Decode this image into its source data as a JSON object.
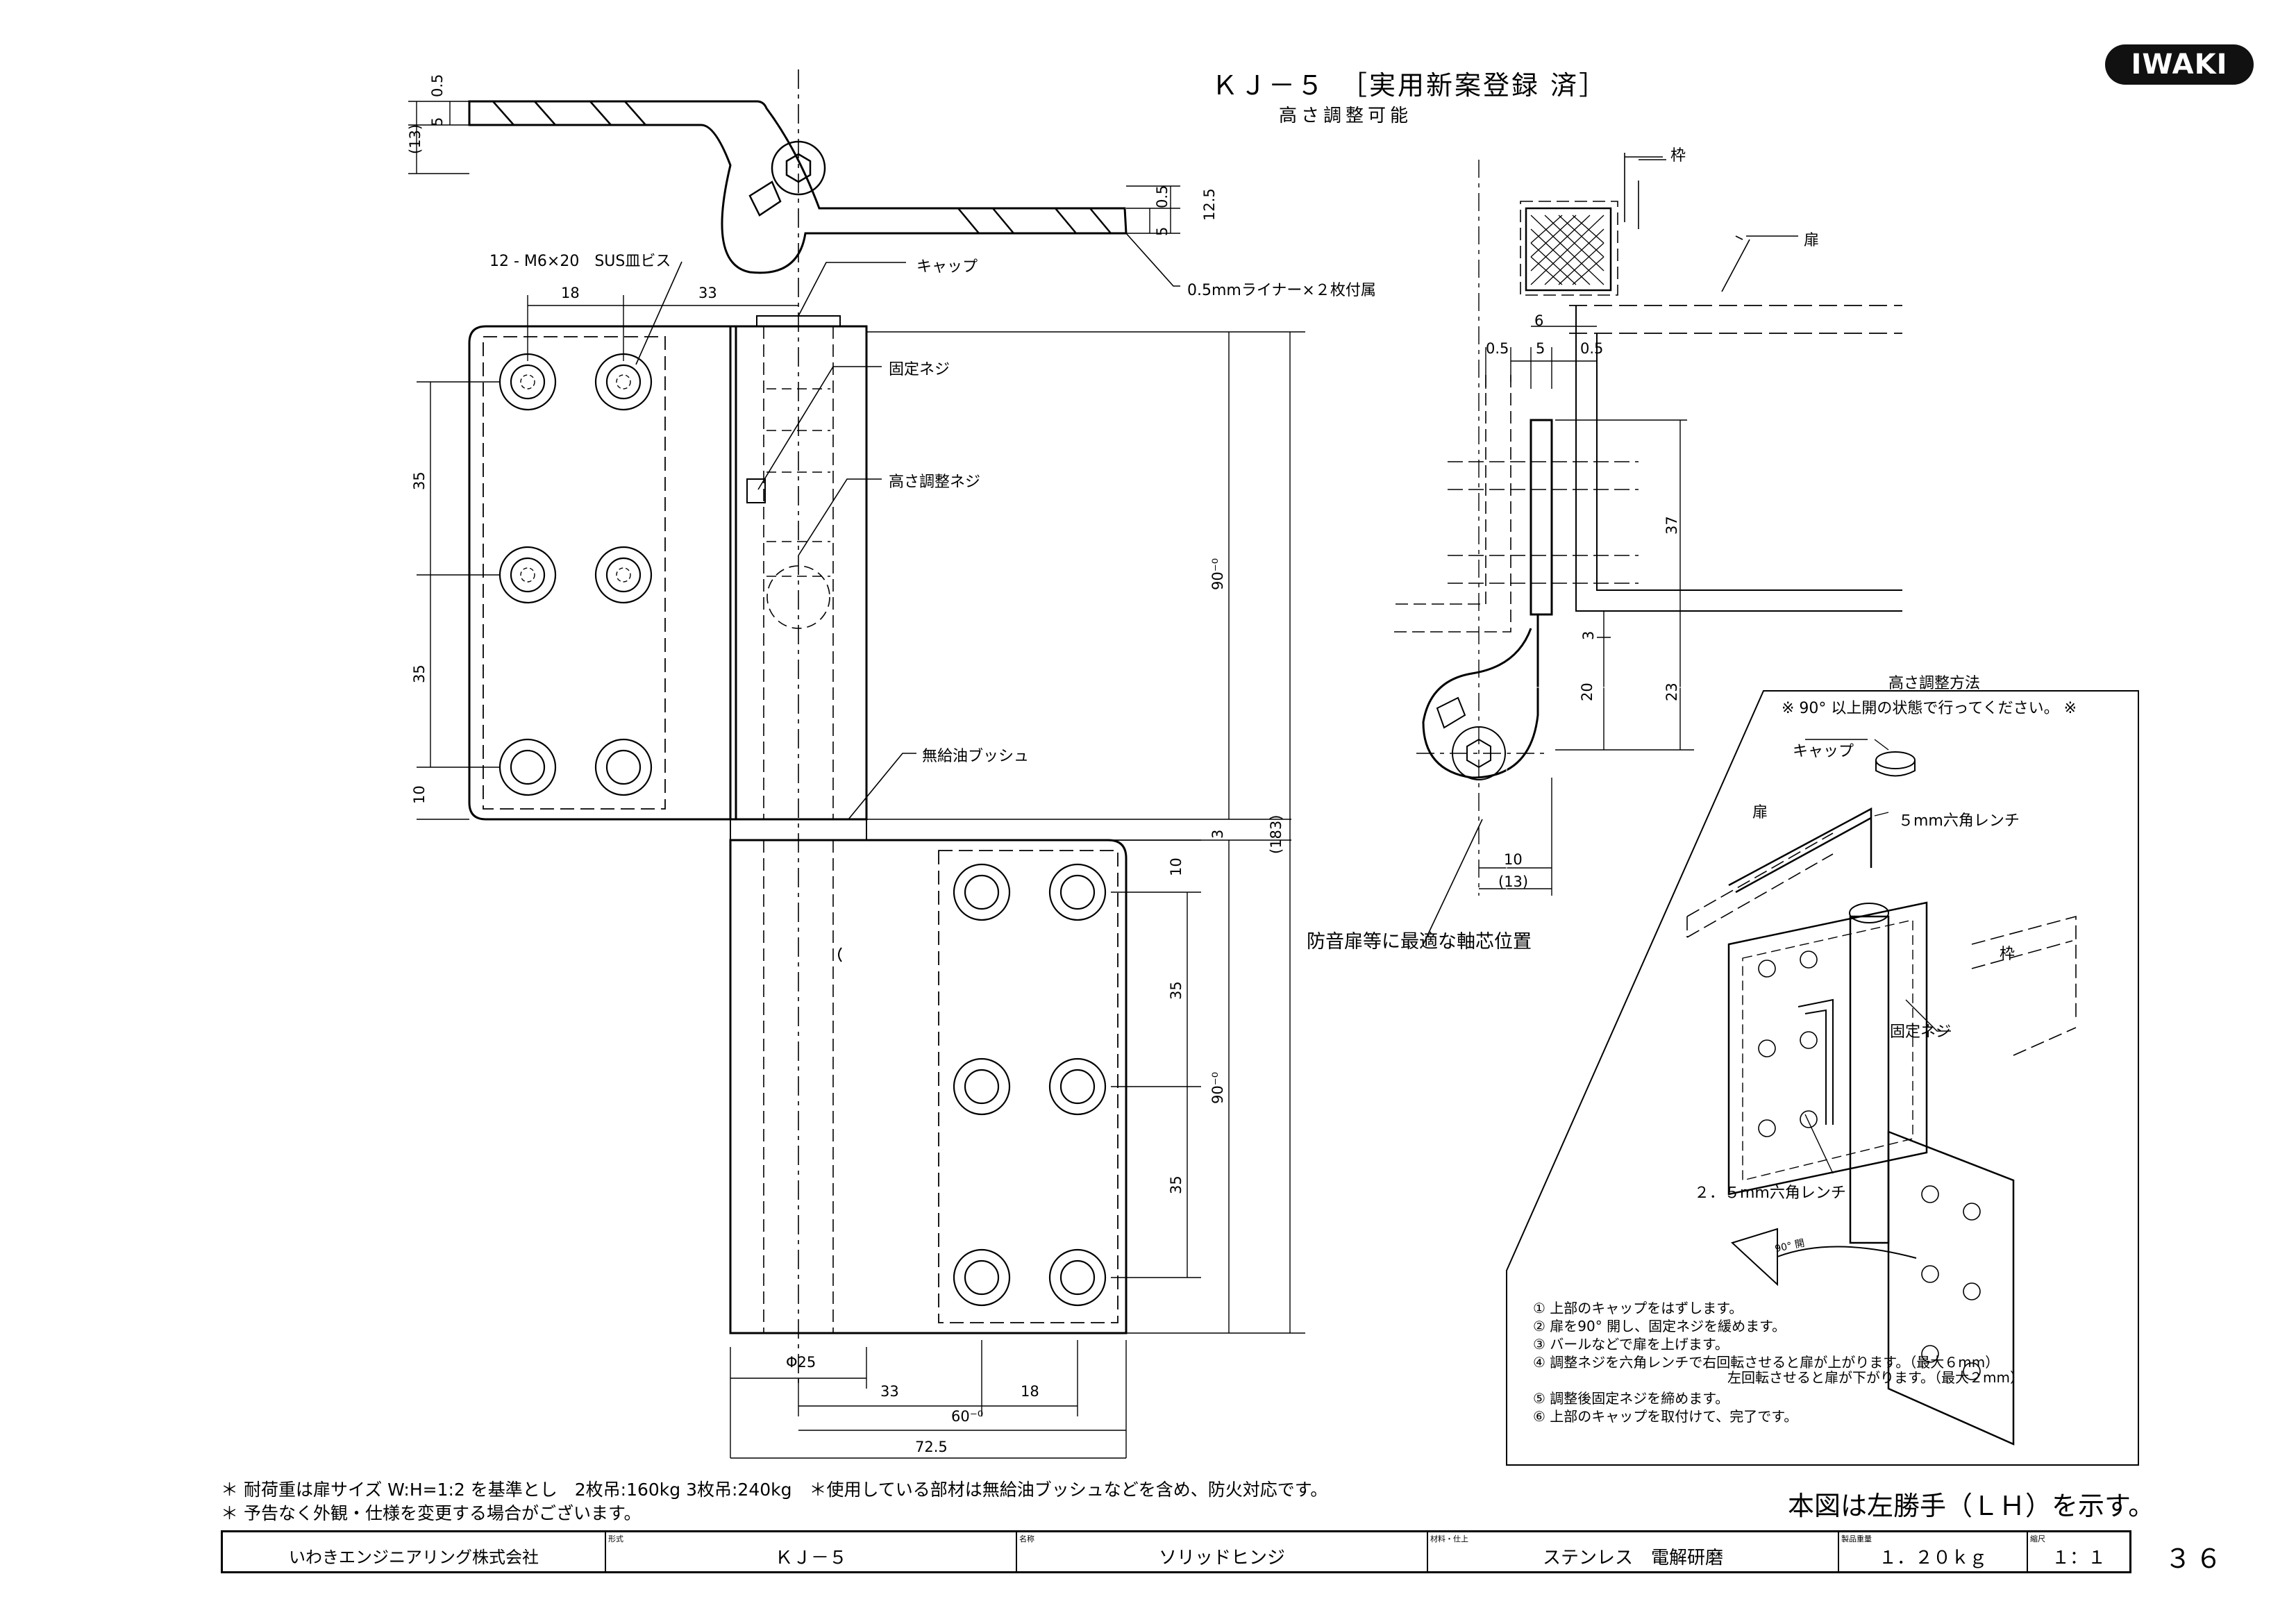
{
  "brand": "IWAKI",
  "title": "ＫＪ－５　［実用新案登録 済］",
  "subtitle": "高さ調整可能",
  "labels": {
    "screws": "12 - M6×20　SUS皿ビス",
    "cap": "キャップ",
    "liner": "0.5mmライナー×２枚付属",
    "fixing_screw": "固定ネジ",
    "height_screw": "高さ調整ネジ",
    "bush": "無給油ブッシュ",
    "frame": "枠",
    "door": "扉",
    "axis_pos": "防音扉等に最適な軸芯位置",
    "adj_title": "高さ調整方法",
    "adj_note": "※ 90°  以上開の状態で行ってください。 ※",
    "cap2": "キャップ",
    "door2": "扉",
    "wrench5": "５mm六角レンチ",
    "frame2": "枠",
    "fixing2": "固定ネジ",
    "wrench25": "２．５mm六角レンチ",
    "open90": "90° 開"
  },
  "dims": {
    "d0_5a": "0.5",
    "d5a": "5",
    "d13a": "(13)",
    "d0_5b": "0.5",
    "d5b": "5",
    "d12_5": "12.5",
    "d18a": "18",
    "d33a": "33",
    "d35a": "35",
    "d35b": "35",
    "d10a": "10",
    "d90a": "90⁻⁰",
    "d3a": "3",
    "d183": "(183)",
    "d10b": "10",
    "d35c": "35",
    "d90b": "90⁻⁰",
    "d35d": "35",
    "dphi25": "Φ25",
    "d33b": "33",
    "d18b": "18",
    "d60": "60⁻⁰",
    "d72_5": "72.5",
    "s6": "6",
    "s0_5a": "0.5",
    "s5": "5",
    "s0_5b": "0.5",
    "s37": "37",
    "s3": "3",
    "s20": "20",
    "s23": "23",
    "s10": "10",
    "s13": "(13)"
  },
  "steps": [
    "① 上部のキャップをはずします。",
    "② 扉を90° 開し、固定ネジを緩めます。",
    "③ バールなどで扉を上げます。",
    "④ 調整ネジを六角レンチで右回転させると扉が上がります。（最大６mm）",
    "　　　　　　　　　　　　　　左回転させると扉が下がります。（最大２mm）",
    "⑤ 調整後固定ネジを締めます。",
    "⑥ 上部のキャップを取付けて、完了です。"
  ],
  "notes": [
    "＊  耐荷重は扉サイズ W:H=1:2 を基準とし　2枚吊:160kg 3枚吊:240kg　＊使用している部材は無給油ブッシュなどを含め、防火対応です。",
    "＊  予告なく外観・仕様を変更する場合がございます。"
  ],
  "lh_note": "本図は左勝手（ＬＨ）を示す。",
  "title_block": {
    "company": "いわきエンジニアリング株式会社",
    "model_cap": "形式",
    "model": "ＫＪ－５",
    "name_cap": "名称",
    "name": "ソリッドヒンジ",
    "material_cap": "材料・仕上",
    "material": "ステンレス　電解研磨",
    "weight_cap": "製品重量",
    "weight": "１．２０ｋｇ",
    "scale_cap": "縮尺",
    "scale": "１：１"
  },
  "page_number": "３６"
}
